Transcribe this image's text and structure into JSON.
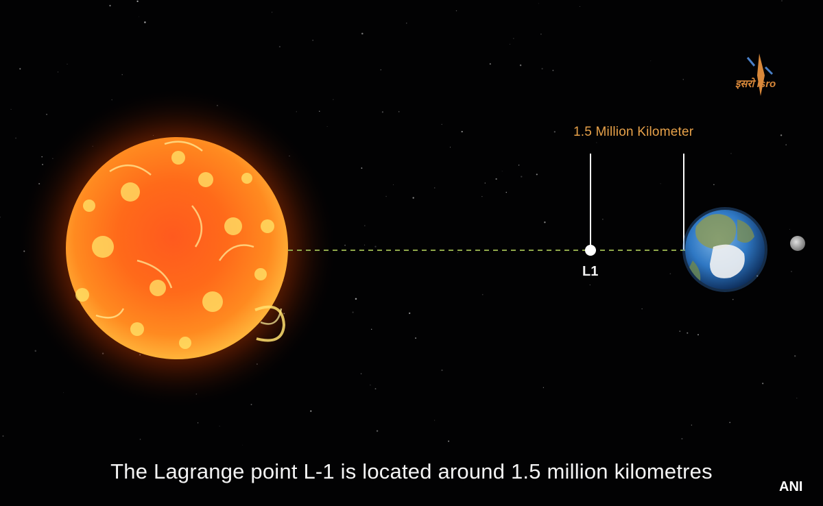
{
  "diagram": {
    "distance_label": "1.5 Million Kilometer",
    "point_label": "L1",
    "caption": "The Lagrange point L-1 is located around 1.5 million kilometres",
    "credit": "ANI",
    "logo_text": "इसरो isro",
    "icons": [
      "sun-icon",
      "earth-icon",
      "moon-icon",
      "isro-logo-icon"
    ],
    "colors": {
      "background": "#020203",
      "distance_label": "#e8a24a",
      "dashed_line": "#8fa84a",
      "marker": "#ffffff",
      "sun": "#ff6a1a",
      "earth": "#2f78c4",
      "logo": "#d9883a"
    }
  }
}
